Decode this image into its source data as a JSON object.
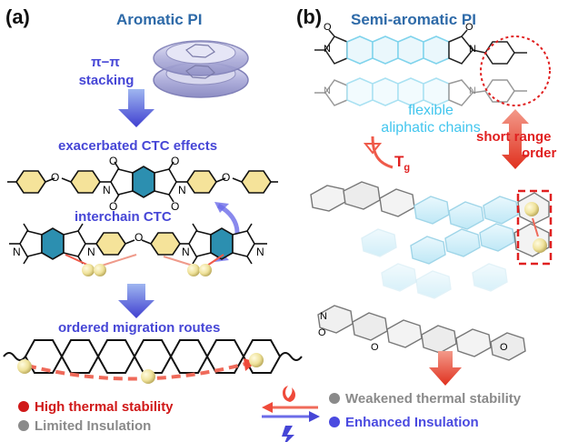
{
  "panels": {
    "a": {
      "label": "(a)",
      "title": "Aromatic PI",
      "pi_stacking": [
        "π−π",
        "stacking"
      ],
      "ctc_effects": "exacerbated CTC effects",
      "interchain": "interchain CTC",
      "migration": "ordered migration routes",
      "legend": [
        {
          "text": "High thermal stability",
          "color": "#d01818"
        },
        {
          "text": "Limited Insulation",
          "color": "#8a8a8a"
        }
      ]
    },
    "b": {
      "label": "(b)",
      "title": "Semi-aromatic PI",
      "flexible": [
        "flexible",
        "aliphatic chains"
      ],
      "short_range": [
        "short range",
        "order"
      ],
      "tg": "T",
      "tg_sub": "g",
      "legend": [
        {
          "text": "Weakened thermal stability",
          "color": "#8a8a8a"
        },
        {
          "text": "Enhanced Insulation",
          "color": "#4a4ae0"
        }
      ]
    }
  },
  "atoms": {
    "oxygen": "O",
    "nitrogen": "N"
  },
  "colors": {
    "blue_arrow": "#4646d6",
    "red_arrow": "#e83a2a",
    "yellow_ring": "#f5e39a",
    "teal_ring": "#2c8fb0",
    "cyan": "#43c6ee"
  }
}
